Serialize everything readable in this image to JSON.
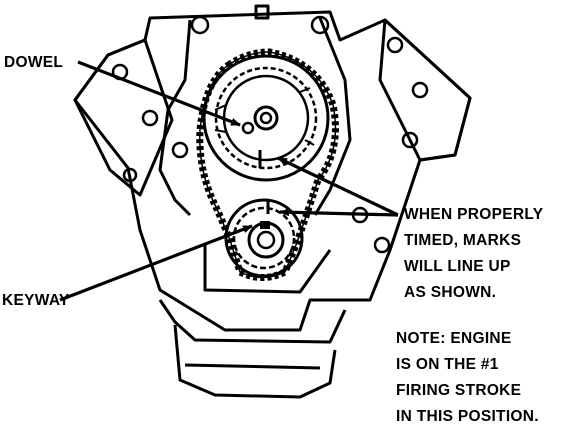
{
  "labels": {
    "dowel": "DOWEL",
    "keyway": "KEYWAY",
    "timing": [
      "WHEN PROPERLY",
      "TIMED, MARKS",
      "WILL LINE UP",
      "AS SHOWN."
    ],
    "note": [
      "NOTE: ENGINE",
      "IS ON THE #1",
      "FIRING STROKE",
      "IN THIS POSITION."
    ]
  },
  "colors": {
    "ink": "#000000",
    "paper": "#ffffff"
  }
}
